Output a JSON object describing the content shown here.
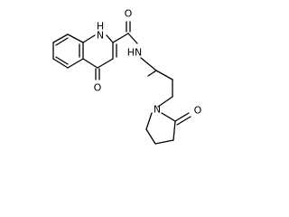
{
  "molecule": {
    "atoms": {
      "nh_ring": "H",
      "nh_ring_n": "N",
      "o_keto": "O",
      "o_amide": "O",
      "nh_amide": "HN",
      "n_pyrrolidinone": "N",
      "o_lactam": "O"
    },
    "colors": {
      "bond": "#000000",
      "background": "#ffffff"
    }
  }
}
